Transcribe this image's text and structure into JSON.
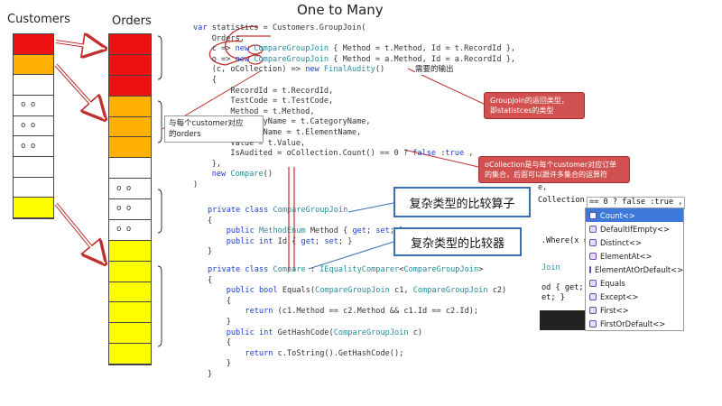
{
  "header": {
    "title": "One to Many"
  },
  "customers": {
    "title": "Customers",
    "cells": [
      {
        "color": "#ee1111",
        "label": ""
      },
      {
        "color": "#ffb000",
        "label": ""
      },
      {
        "color": "#ffffff",
        "label": ""
      },
      {
        "color": "#ffffff",
        "label": "o   o"
      },
      {
        "color": "#ffffff",
        "label": "o   o"
      },
      {
        "color": "#ffffff",
        "label": "o   o"
      },
      {
        "color": "#ffffff",
        "label": ""
      },
      {
        "color": "#ffffff",
        "label": ""
      },
      {
        "color": "#ffff00",
        "label": ""
      }
    ]
  },
  "orders": {
    "title": "Orders",
    "cells": [
      {
        "color": "#ee1111",
        "label": ""
      },
      {
        "color": "#ee1111",
        "label": ""
      },
      {
        "color": "#ee1111",
        "label": ""
      },
      {
        "color": "#ffb000",
        "label": ""
      },
      {
        "color": "#ffb000",
        "label": ""
      },
      {
        "color": "#ffb000",
        "label": ""
      },
      {
        "color": "#ffffff",
        "label": ""
      },
      {
        "color": "#ffffff",
        "label": "o   o"
      },
      {
        "color": "#ffffff",
        "label": "o   o"
      },
      {
        "color": "#ffffff",
        "label": "o   o"
      },
      {
        "color": "#ffff00",
        "label": ""
      },
      {
        "color": "#ffff00",
        "label": ""
      },
      {
        "color": "#ffff00",
        "label": ""
      },
      {
        "color": "#ffff00",
        "label": ""
      },
      {
        "color": "#ffff00",
        "label": ""
      },
      {
        "color": "#ffff00",
        "label": ""
      }
    ]
  },
  "code_main": [
    "var statistics = Customers.GroupJoin(",
    "    Orders,",
    "    c => new CompareGroupJoin { Method = t.Method, Id = t.RecordId },",
    "    o => new CompareGroupJoin { Method = a.Method, Id = a.RecordId },",
    "    (c, oCollection) => new FinalAudity()",
    "    {",
    "        RecordId = t.RecordId,",
    "        TestCode = t.TestCode,",
    "        Method = t.Method,",
    "        CategoryName = t.CategoryName,",
    "        ElementName = t.ElementName,",
    "        Value = t.Value,",
    "        IsAudited = oCollection.Count() == 0 ? false :true ,",
    "    },",
    "    new Compare()",
    ")"
  ],
  "code_class1": [
    "private class CompareGroupJoin",
    "{",
    "    public MethodEnum Method { get; set; }",
    "    public int Id { get; set; }",
    "}"
  ],
  "code_class2": [
    "private class Compare : IEqualityComparer<CompareGroupJoin>",
    "{",
    "    public bool Equals(CompareGroupJoin c1, CompareGroupJoin c2)",
    "    {",
    "        return (c1.Method == c2.Method && c1.Id == c2.Id);",
    "    }",
    "    public int GetHashCode(CompareGroupJoin c)",
    "    {",
    "        return c.ToString().GetHashCode();",
    "    }",
    "}"
  ],
  "notes": {
    "output_note": "需要的输出",
    "orders_note": "与每个customer对应\n的orders",
    "groupjoin_note": "GroupJoin的返回类型，\n即statistces的类型",
    "ocollection_note": "oCollection是与每个customer对应订单\n的集合，后面可以跟许多集合的运算符",
    "complex_type_calc": "复杂类型的比较算子",
    "complex_comparer": "复杂类型的比较器"
  },
  "bg_snippets": [
    "e,",
    "Collection.",
    ".Where(x =>",
    "Join",
    "od { get;",
    "et; }"
  ],
  "autocomplete": {
    "input_text": "== 0 ? false :true ,",
    "items": [
      {
        "label": "Count<>",
        "selected": true
      },
      {
        "label": "DefaultIfEmpty<>",
        "selected": false
      },
      {
        "label": "Distinct<>",
        "selected": false
      },
      {
        "label": "ElementAt<>",
        "selected": false
      },
      {
        "label": "ElementAtOrDefault<>",
        "selected": false
      },
      {
        "label": "Equals",
        "selected": false
      },
      {
        "label": "Except<>",
        "selected": false
      },
      {
        "label": "First<>",
        "selected": false
      },
      {
        "label": "FirstOrDefault<>",
        "selected": false
      }
    ]
  }
}
